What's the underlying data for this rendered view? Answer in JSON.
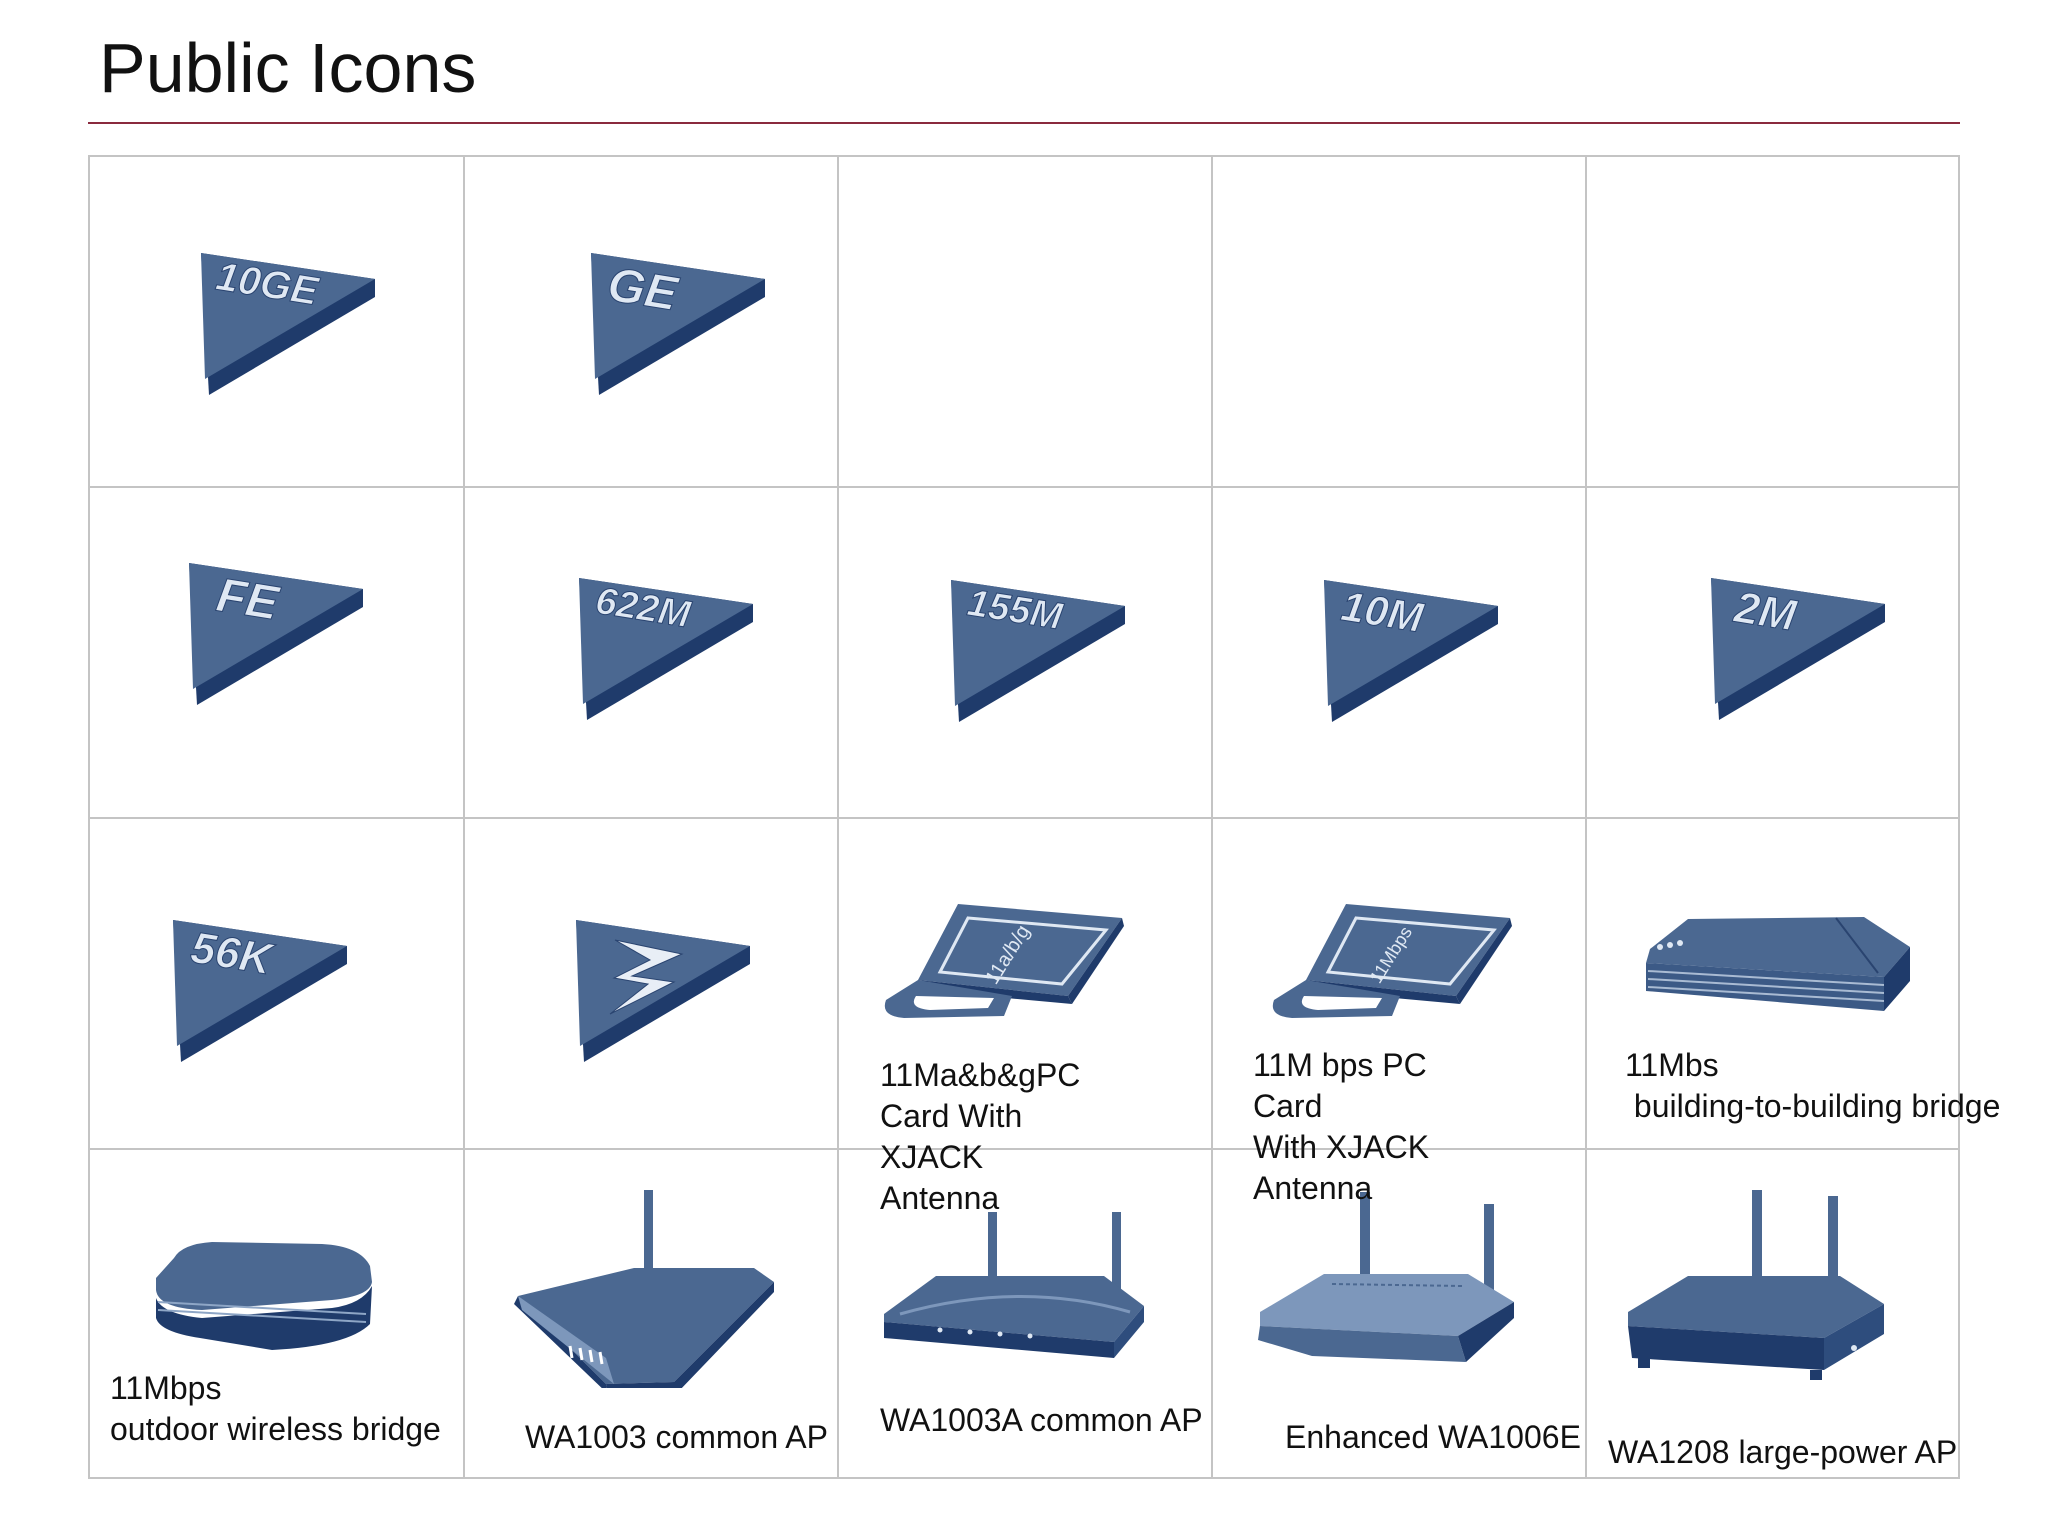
{
  "title": "Public Icons",
  "colors": {
    "accent_rule": "#8a2a3e",
    "icon_face": "#4b6891",
    "icon_side": "#1f3b6b",
    "icon_text": "#dfe8f3",
    "grid": "#c4c4c4"
  },
  "icons": [
    {
      "name": "badge-10ge-icon",
      "label": "10GE"
    },
    {
      "name": "badge-ge-icon",
      "label": "GE"
    },
    {
      "name": "badge-fe-icon",
      "label": "FE"
    },
    {
      "name": "badge-622m-icon",
      "label": "622M"
    },
    {
      "name": "badge-155m-icon",
      "label": "155M"
    },
    {
      "name": "badge-10m-icon",
      "label": "10M"
    },
    {
      "name": "badge-2m-icon",
      "label": "2M"
    },
    {
      "name": "badge-56k-icon",
      "label": "56K"
    },
    {
      "name": "badge-lightning-icon",
      "label": ""
    },
    {
      "name": "pc-card-abg-icon",
      "label": "11a/b/g"
    },
    {
      "name": "pc-card-11mbps-icon",
      "label": "11Mbps"
    }
  ],
  "captions": {
    "pc_card_abg": "11Ma&b&gPC\nCard With\nXJACK\nAntenna",
    "pc_card_11m": "11M bps PC\nCard\nWith XJACK\nAntenna",
    "bridge_11mbs": "11Mbs\n building-to-building bridge",
    "outdoor_bridge": "11Mbps\noutdoor wireless bridge",
    "wa1003": "WA1003 common AP",
    "wa1003a": "WA1003A common AP",
    "wa1006e": "Enhanced WA1006E",
    "wa1208": "WA1208 large-power AP"
  }
}
